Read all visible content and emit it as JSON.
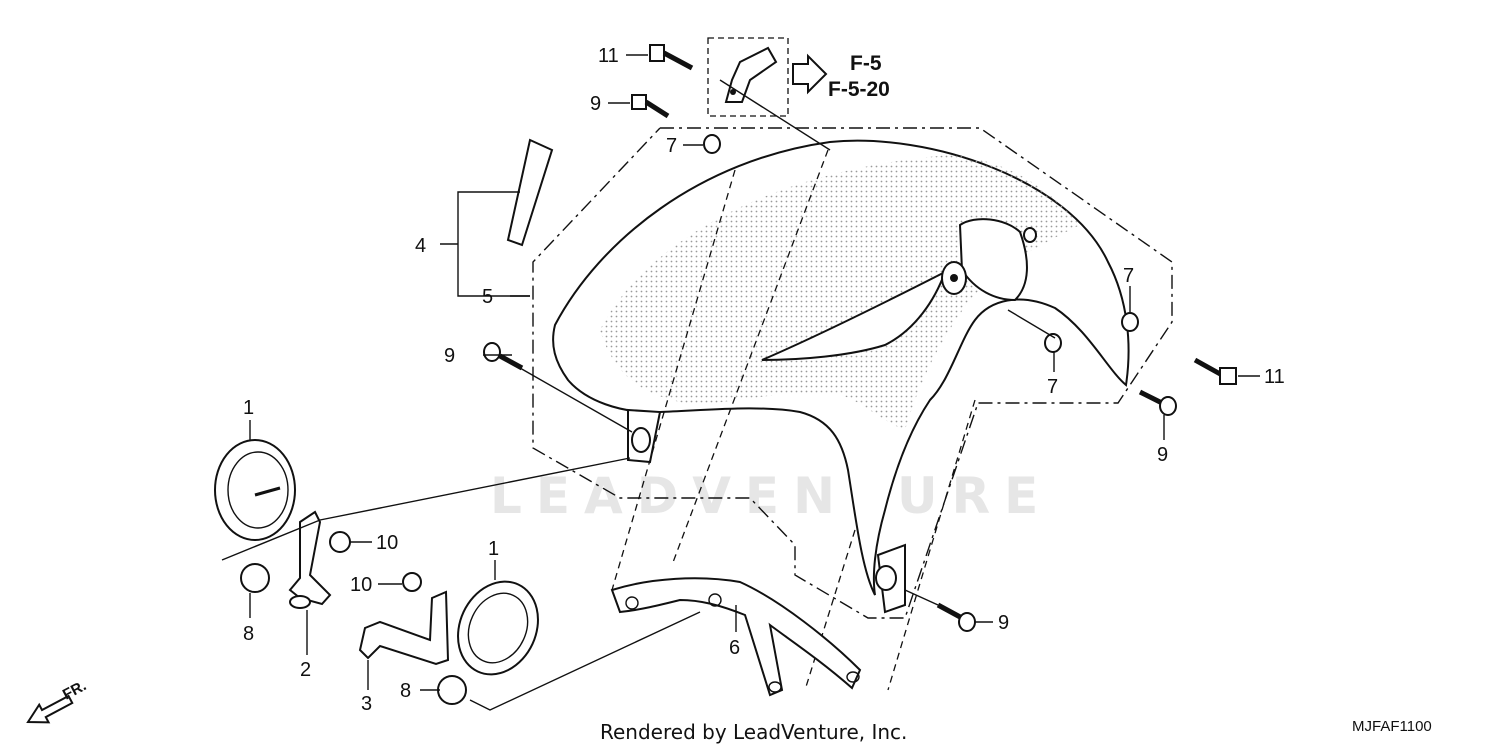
{
  "references": {
    "line1": "F-5",
    "line2": "F-5-20"
  },
  "callouts": {
    "c11_top": "11",
    "c9_top": "9",
    "c7_top": "7",
    "c4": "4",
    "c5": "5",
    "c7_right": "7",
    "c7_mid": "7",
    "c11_right": "11",
    "c9_right": "9",
    "c9_left": "9",
    "c1_left": "1",
    "c10_a": "10",
    "c10_b": "10",
    "c1_right": "1",
    "c8_left": "8",
    "c2": "2",
    "c3": "3",
    "c8_bottom": "8",
    "c6": "6",
    "c9_bottom": "9"
  },
  "direction_label": "FR.",
  "watermark": "LEADVENTURE",
  "footer": "Rendered by LeadVenture, Inc.",
  "diagram_code": "MJFAF1100",
  "icons": [
    "bolt-icon",
    "nut-icon",
    "grommet-icon",
    "reflector-icon",
    "bracket-icon",
    "direction-arrow-icon"
  ]
}
